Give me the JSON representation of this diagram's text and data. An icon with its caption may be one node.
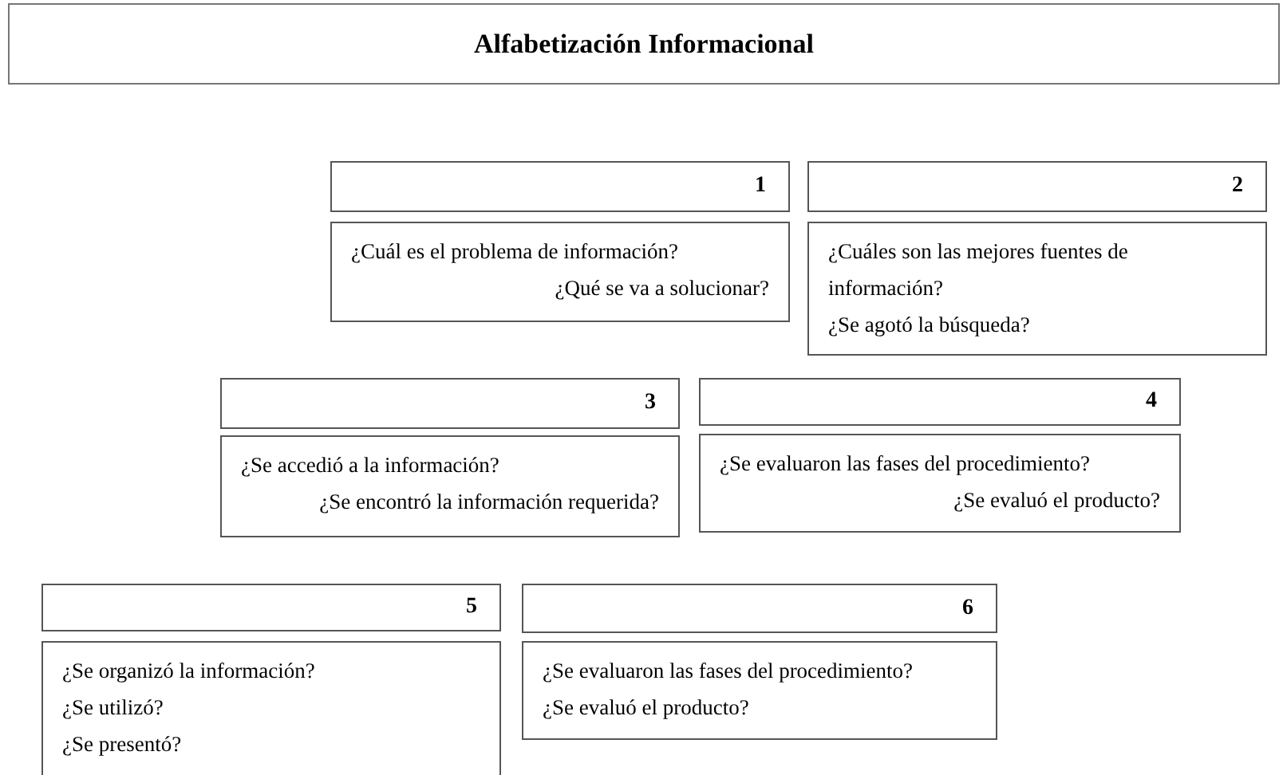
{
  "diagram": {
    "title": "Alfabetización Informacional",
    "nodes": [
      {
        "text": [
          "1"
        ]
      },
      {
        "text": [
          "¿Cuál es el problema de información?",
          "¿Qué se va a solucionar?"
        ]
      },
      {
        "text": [
          "2"
        ]
      },
      {
        "text": [
          "¿Cuáles son las mejores fuentes de información?",
          "¿Se agotó la búsqueda?"
        ]
      },
      {
        "text": [
          "3"
        ]
      },
      {
        "text": [
          "¿Se accedió a la información?",
          "¿Se encontró la información requerida?"
        ]
      },
      {
        "text": [
          "4"
        ]
      },
      {
        "text": [
          "¿Se evaluaron las fases del procedimiento?",
          "¿Se evaluó el producto?"
        ]
      },
      {
        "text": [
          "5"
        ]
      },
      {
        "text": [
          "¿Se organizó la información?",
          "¿Se utilizó?",
          "¿Se presentó?"
        ]
      },
      {
        "text": [
          "6"
        ]
      },
      {
        "text": [
          "¿Se evaluaron las fases del procedimiento?",
          "¿Se evaluó el producto?"
        ]
      }
    ],
    "edges": []
  }
}
